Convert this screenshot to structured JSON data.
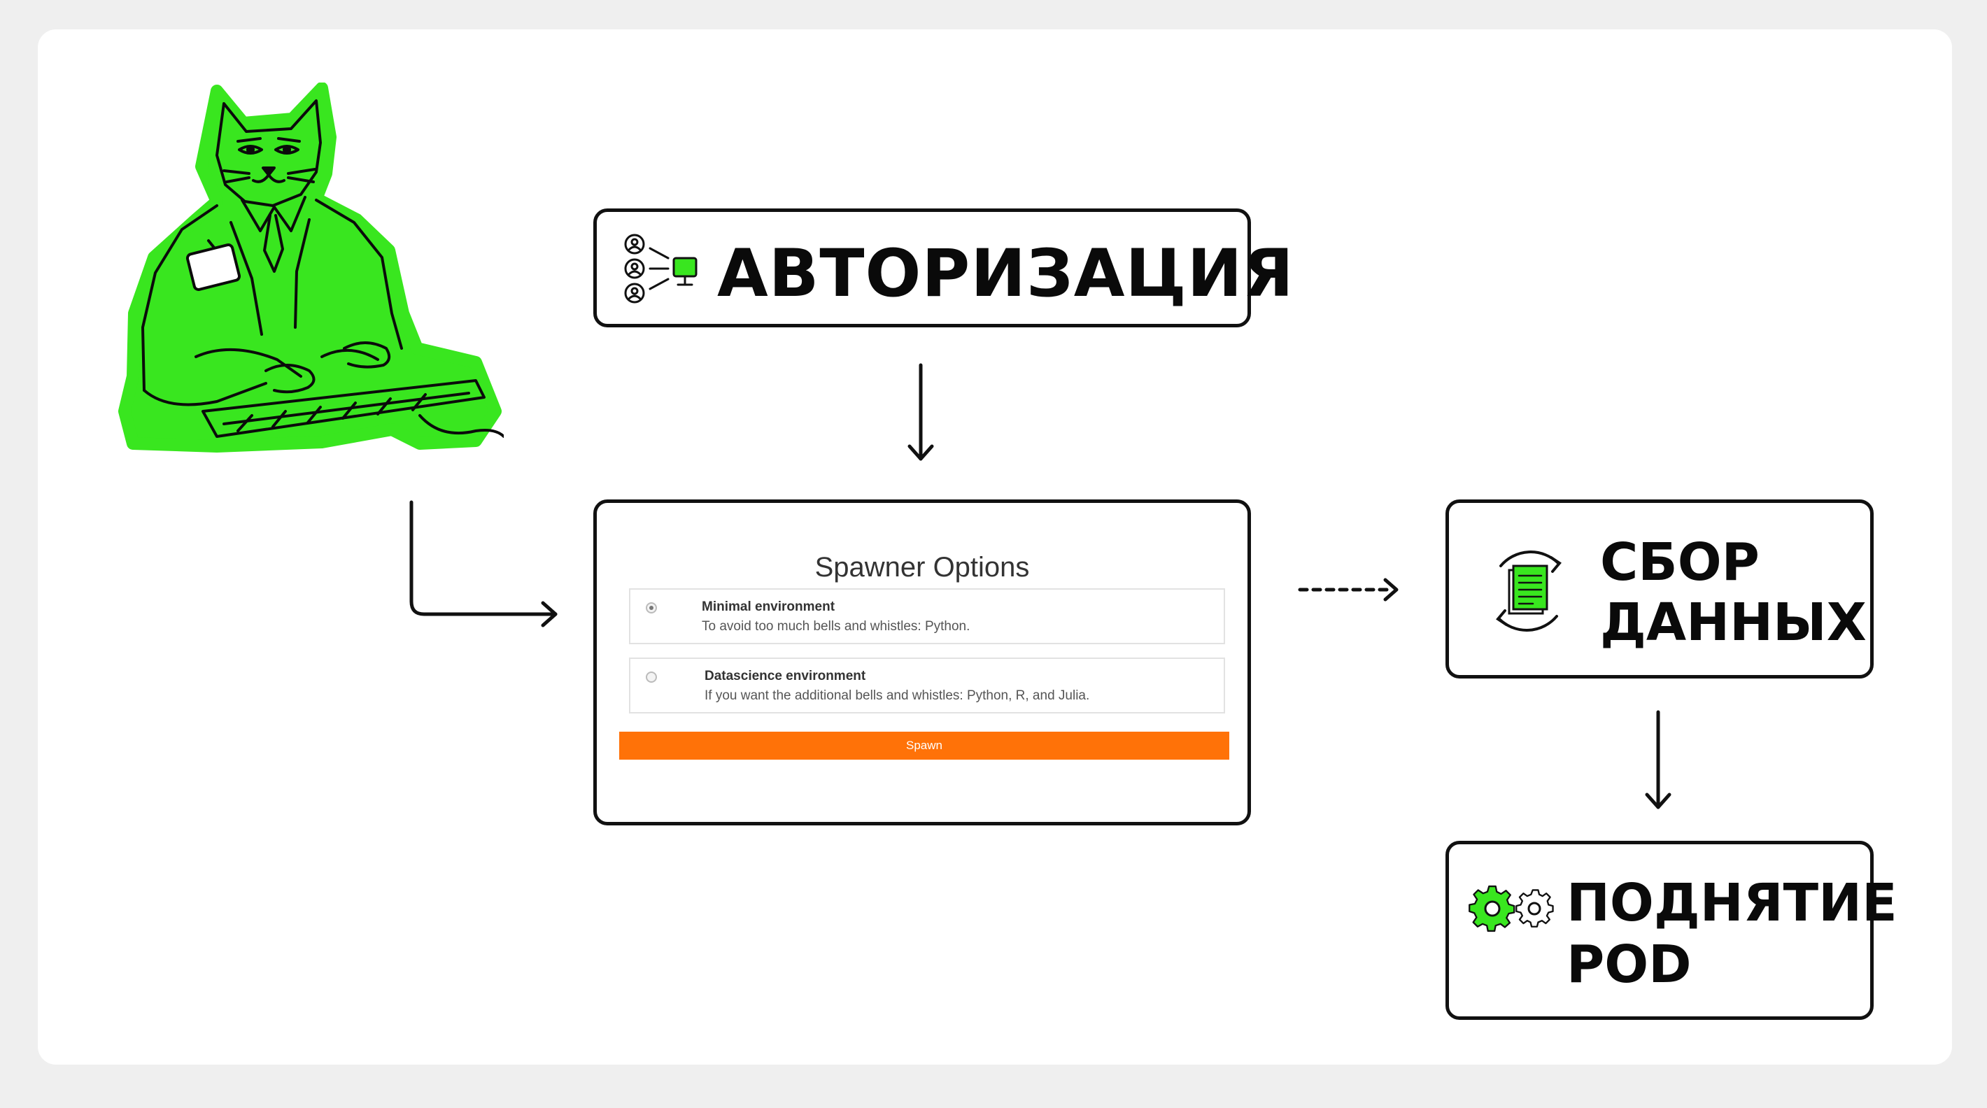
{
  "diagram": {
    "auth": {
      "title": "АВТОРИЗАЦИЯ",
      "icon": "users-to-computer-icon"
    },
    "spawner": {
      "title": "Spawner Options",
      "options": [
        {
          "title": "Minimal environment",
          "description": "To avoid too much bells and whistles: Python.",
          "selected": true
        },
        {
          "title": "Datascience environment",
          "description": "If you want the additional bells and whistles: Python, R, and Julia.",
          "selected": false
        }
      ],
      "button_label": "Spawn",
      "button_color": "#ff7208"
    },
    "collect": {
      "title_line1": "СБОР",
      "title_line2": "ДАННЫХ",
      "icon": "document-refresh-icon"
    },
    "pod": {
      "title_line1": "ПОДНЯТИЕ",
      "title_line2": "POD",
      "icon": "gears-icon"
    },
    "mascot": {
      "icon": "cat-at-keyboard-illustration"
    },
    "colors": {
      "accent": "#39e61f",
      "outline": "#111111",
      "background": "#efefef",
      "card": "#ffffff"
    }
  }
}
